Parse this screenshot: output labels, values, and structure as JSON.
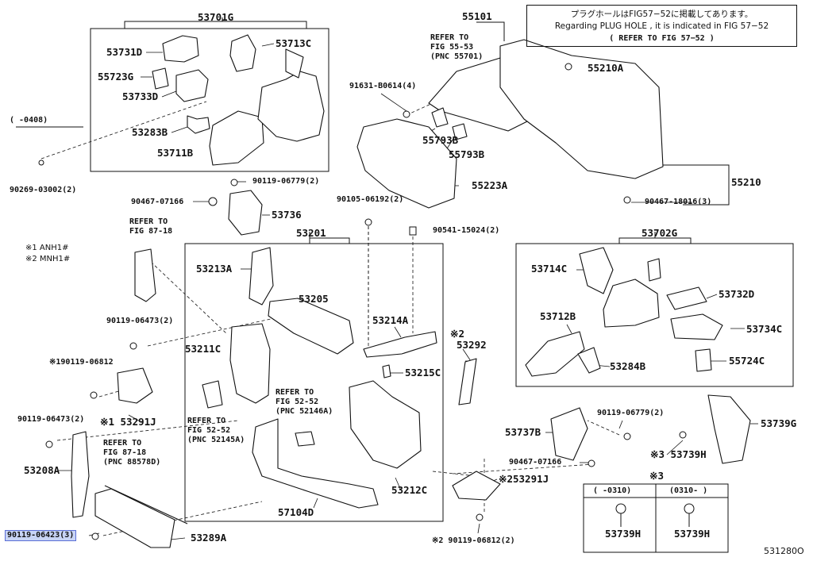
{
  "notice": {
    "line1": "プラグホールはFIG57−52に掲載してあります。",
    "line2": "Regarding PLUG HOLE , it is indicated in FIG 57−52",
    "line3": "( REFER TO FIG 57−52  )"
  },
  "figure_number": "531280O",
  "model_notes": {
    "note1": "※1 ANH1#",
    "note2": "※2 MNH1#"
  },
  "date_range": "(   -0408)",
  "refs": {
    "r55101": [
      "REFER TO",
      "FIG 55-53",
      "(PNC 55701)"
    ],
    "r87_left": [
      "REFER TO",
      "FIG 87-18"
    ],
    "r87_bottom": [
      "REFER TO",
      "FIG 87-18",
      "(PNC 88578D)"
    ],
    "r52_a": [
      "REFER TO",
      "FIG 52-52",
      "(PNC 52145A)"
    ],
    "r52_b": [
      "REFER TO",
      "FIG 52-52",
      "(PNC 52146A)"
    ]
  },
  "labels": {
    "p53701G": "53701G",
    "p53731D": "53731D",
    "p53713C": "53713C",
    "p55723G": "55723G",
    "p53733D": "53733D",
    "p53283B": "53283B",
    "p53711B": "53711B",
    "p90269": "90269-03002(2)",
    "p55101": "55101",
    "p55210A": "55210A",
    "p91631": "91631-B0614(4)",
    "p55793B_1": "55793B",
    "p55793B_2": "55793B",
    "p55223A": "55223A",
    "p55210": "55210",
    "p90467_18016": "90467-18016(3)",
    "p90119_06779_top": "90119-06779(2)",
    "p90467_07166_top": "90467-07166",
    "p53736": "53736",
    "p90105": "90105-06192(2)",
    "p90541": "90541-15024(2)",
    "p53201": "53201",
    "p53702G": "53702G",
    "p53213A": "53213A",
    "p53205": "53205",
    "p53214A": "53214A",
    "p90119_06473_a": "90119-06473(2)",
    "p53211C": "53211C",
    "p53292_mark": "※2",
    "p53292": "53292",
    "p53215C": "53215C",
    "p90119_06812_a": "※190119-06812",
    "p53291J_1": "※1 53291J",
    "p90119_06473_b": "90119-06473(2)",
    "p53208A": "53208A",
    "p90119_06423": "90119-06423(3)",
    "p53289A": "53289A",
    "p57104D": "57104D",
    "p53212C": "53212C",
    "p53714C": "53714C",
    "p53732D": "53732D",
    "p53712B": "53712B",
    "p53734C": "53734C",
    "p53284B": "53284B",
    "p55724C": "55724C",
    "p53737B": "53737B",
    "p90119_06779_r": "90119-06779(2)",
    "p53739G": "53739G",
    "p53739H_main": "※3 53739H",
    "p90467_07166_b": "90467-07166",
    "p53291J_2": "※253291J",
    "p90119_06812_b": "※2 90119-06812(2)",
    "p53739H_a": "53739H",
    "p53739H_b": "53739H"
  },
  "variant_table": {
    "mark": "※3",
    "col1": "(     -0310)",
    "col2": "(0310-      )"
  }
}
